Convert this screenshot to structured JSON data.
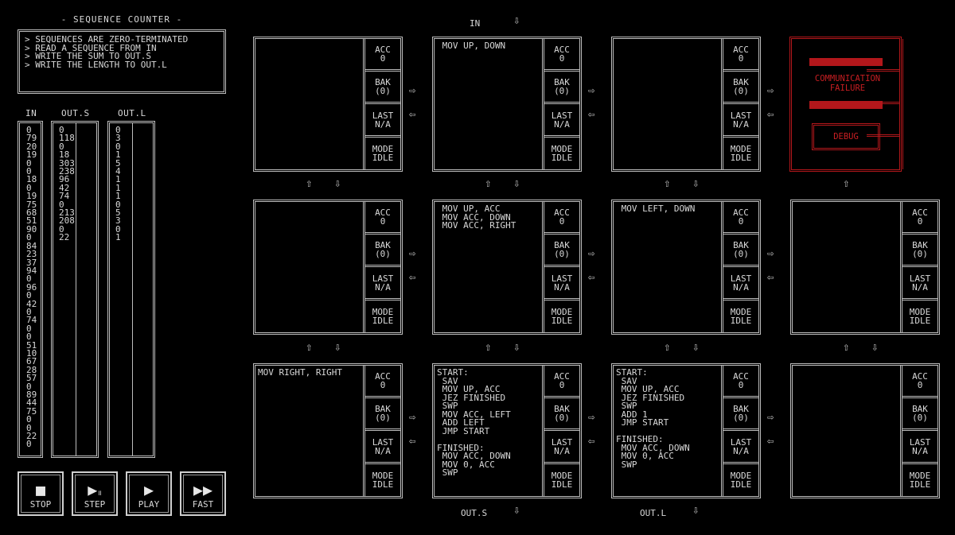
{
  "puzzle": {
    "title": "- SEQUENCE COUNTER -",
    "description": [
      "> SEQUENCES ARE ZERO-TERMINATED",
      "> READ A SEQUENCE FROM IN",
      "> WRITE THE SUM TO OUT.S",
      "> WRITE THE LENGTH TO OUT.L"
    ]
  },
  "columns": {
    "in": {
      "header": "IN",
      "values": "0\n79\n20\n19\n0\n0\n18\n0\n19\n75\n68\n51\n90\n0\n84\n23\n37\n94\n0\n96\n0\n42\n0\n74\n0\n0\n51\n10\n67\n28\n57\n0\n89\n44\n75\n0\n0\n22\n0"
    },
    "out_s": {
      "header": "OUT.S",
      "values": "0\n118\n0\n18\n303\n238\n96\n42\n74\n0\n213\n208\n0\n22"
    },
    "out_l": {
      "header": "OUT.L",
      "values": "0\n3\n0\n1\n5\n4\n1\n1\n1\n0\n5\n3\n0\n1"
    }
  },
  "controls": {
    "stop": "STOP",
    "step": "STEP",
    "play": "PLAY",
    "fast": "FAST"
  },
  "registers": {
    "acc_label": "ACC",
    "bak_label": "BAK",
    "last_label": "LAST",
    "mode_label": "MODE"
  },
  "nodes": [
    {
      "code": "",
      "acc": "0",
      "bak": "(0)",
      "last": "N/A",
      "mode": "IDLE"
    },
    {
      "code": " MOV UP, DOWN",
      "acc": "0",
      "bak": "(0)",
      "last": "N/A",
      "mode": "IDLE"
    },
    {
      "code": "",
      "acc": "0",
      "bak": "(0)",
      "last": "N/A",
      "mode": "IDLE"
    },
    {
      "code": "",
      "acc": "0",
      "bak": "(0)",
      "last": "N/A",
      "mode": "IDLE"
    },
    {
      "code": " MOV UP, ACC\n MOV ACC, DOWN\n MOV ACC, RIGHT",
      "acc": "0",
      "bak": "(0)",
      "last": "N/A",
      "mode": "IDLE"
    },
    {
      "code": " MOV LEFT, DOWN",
      "acc": "0",
      "bak": "(0)",
      "last": "N/A",
      "mode": "IDLE"
    },
    {
      "code": "",
      "acc": "0",
      "bak": "(0)",
      "last": "N/A",
      "mode": "IDLE"
    },
    {
      "code": "MOV RIGHT, RIGHT",
      "acc": "0",
      "bak": "(0)",
      "last": "N/A",
      "mode": "IDLE"
    },
    {
      "code": "START:\n SAV\n MOV UP, ACC\n JEZ FINISHED\n SWP\n MOV ACC, LEFT\n ADD LEFT\n JMP START\n\nFINISHED:\n MOV ACC, DOWN\n MOV 0, ACC\n SWP",
      "acc": "0",
      "bak": "(0)",
      "last": "N/A",
      "mode": "IDLE"
    },
    {
      "code": "START:\n SAV\n MOV UP, ACC\n JEZ FINISHED\n SWP\n ADD 1\n JMP START\n\nFINISHED:\n MOV ACC, DOWN\n MOV 0, ACC\n SWP",
      "acc": "0",
      "bak": "(0)",
      "last": "N/A",
      "mode": "IDLE"
    },
    {
      "code": "",
      "acc": "0",
      "bak": "(0)",
      "last": "N/A",
      "mode": "IDLE"
    }
  ],
  "failure_node": {
    "message": "COMMUNICATION\nFAILURE",
    "debug": "DEBUG"
  },
  "ports": {
    "in": "IN",
    "out_s": "OUT.S",
    "out_l": "OUT.L"
  },
  "icons": {
    "right": "⇨",
    "left": "⇦",
    "up": "⇧",
    "down": "⇩"
  },
  "colors": {
    "accent_error": "#b3171b",
    "foreground": "#d8d8d8",
    "background": "#000000"
  }
}
